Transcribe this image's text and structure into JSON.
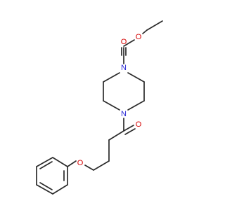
{
  "molecule": {
    "atoms": {
      "o_carbonyl_ester": "O",
      "o_ether_ester": "O",
      "n_top": "N",
      "n_bottom": "N",
      "o_carbonyl_amide": "O",
      "o_phenoxy": "O"
    }
  },
  "colors": {
    "bond": "#2b2b2b",
    "oxygen": "#d40000",
    "nitrogen": "#2424d4"
  }
}
